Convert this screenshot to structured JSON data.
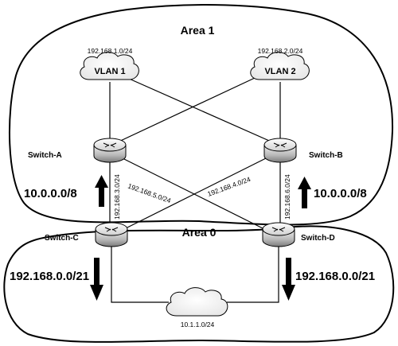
{
  "areas": {
    "area1_label": "Area 1",
    "area0_label": "Area 0"
  },
  "vlans": {
    "vlan1": {
      "label": "VLAN 1",
      "subnet": "192.168.1.0/24"
    },
    "vlan2": {
      "label": "VLAN 2",
      "subnet": "192.168.2.0/24"
    }
  },
  "switches": {
    "a": "Switch-A",
    "b": "Switch-B",
    "c": "Switch-C",
    "d": "Switch-D"
  },
  "links": {
    "a_c": "192.168.3.0/24",
    "a_d": "192.168.5.0/24",
    "b_c": "192.168.4.0/24",
    "b_d": "192.168.6.0/24"
  },
  "core_cloud": {
    "subnet": "10.1.1.0/24"
  },
  "routes": {
    "left_up": "10.0.0.0/8",
    "right_up": "10.0.0.0/8",
    "left_down": "192.168.0.0/21",
    "right_down": "192.168.0.0/21"
  }
}
